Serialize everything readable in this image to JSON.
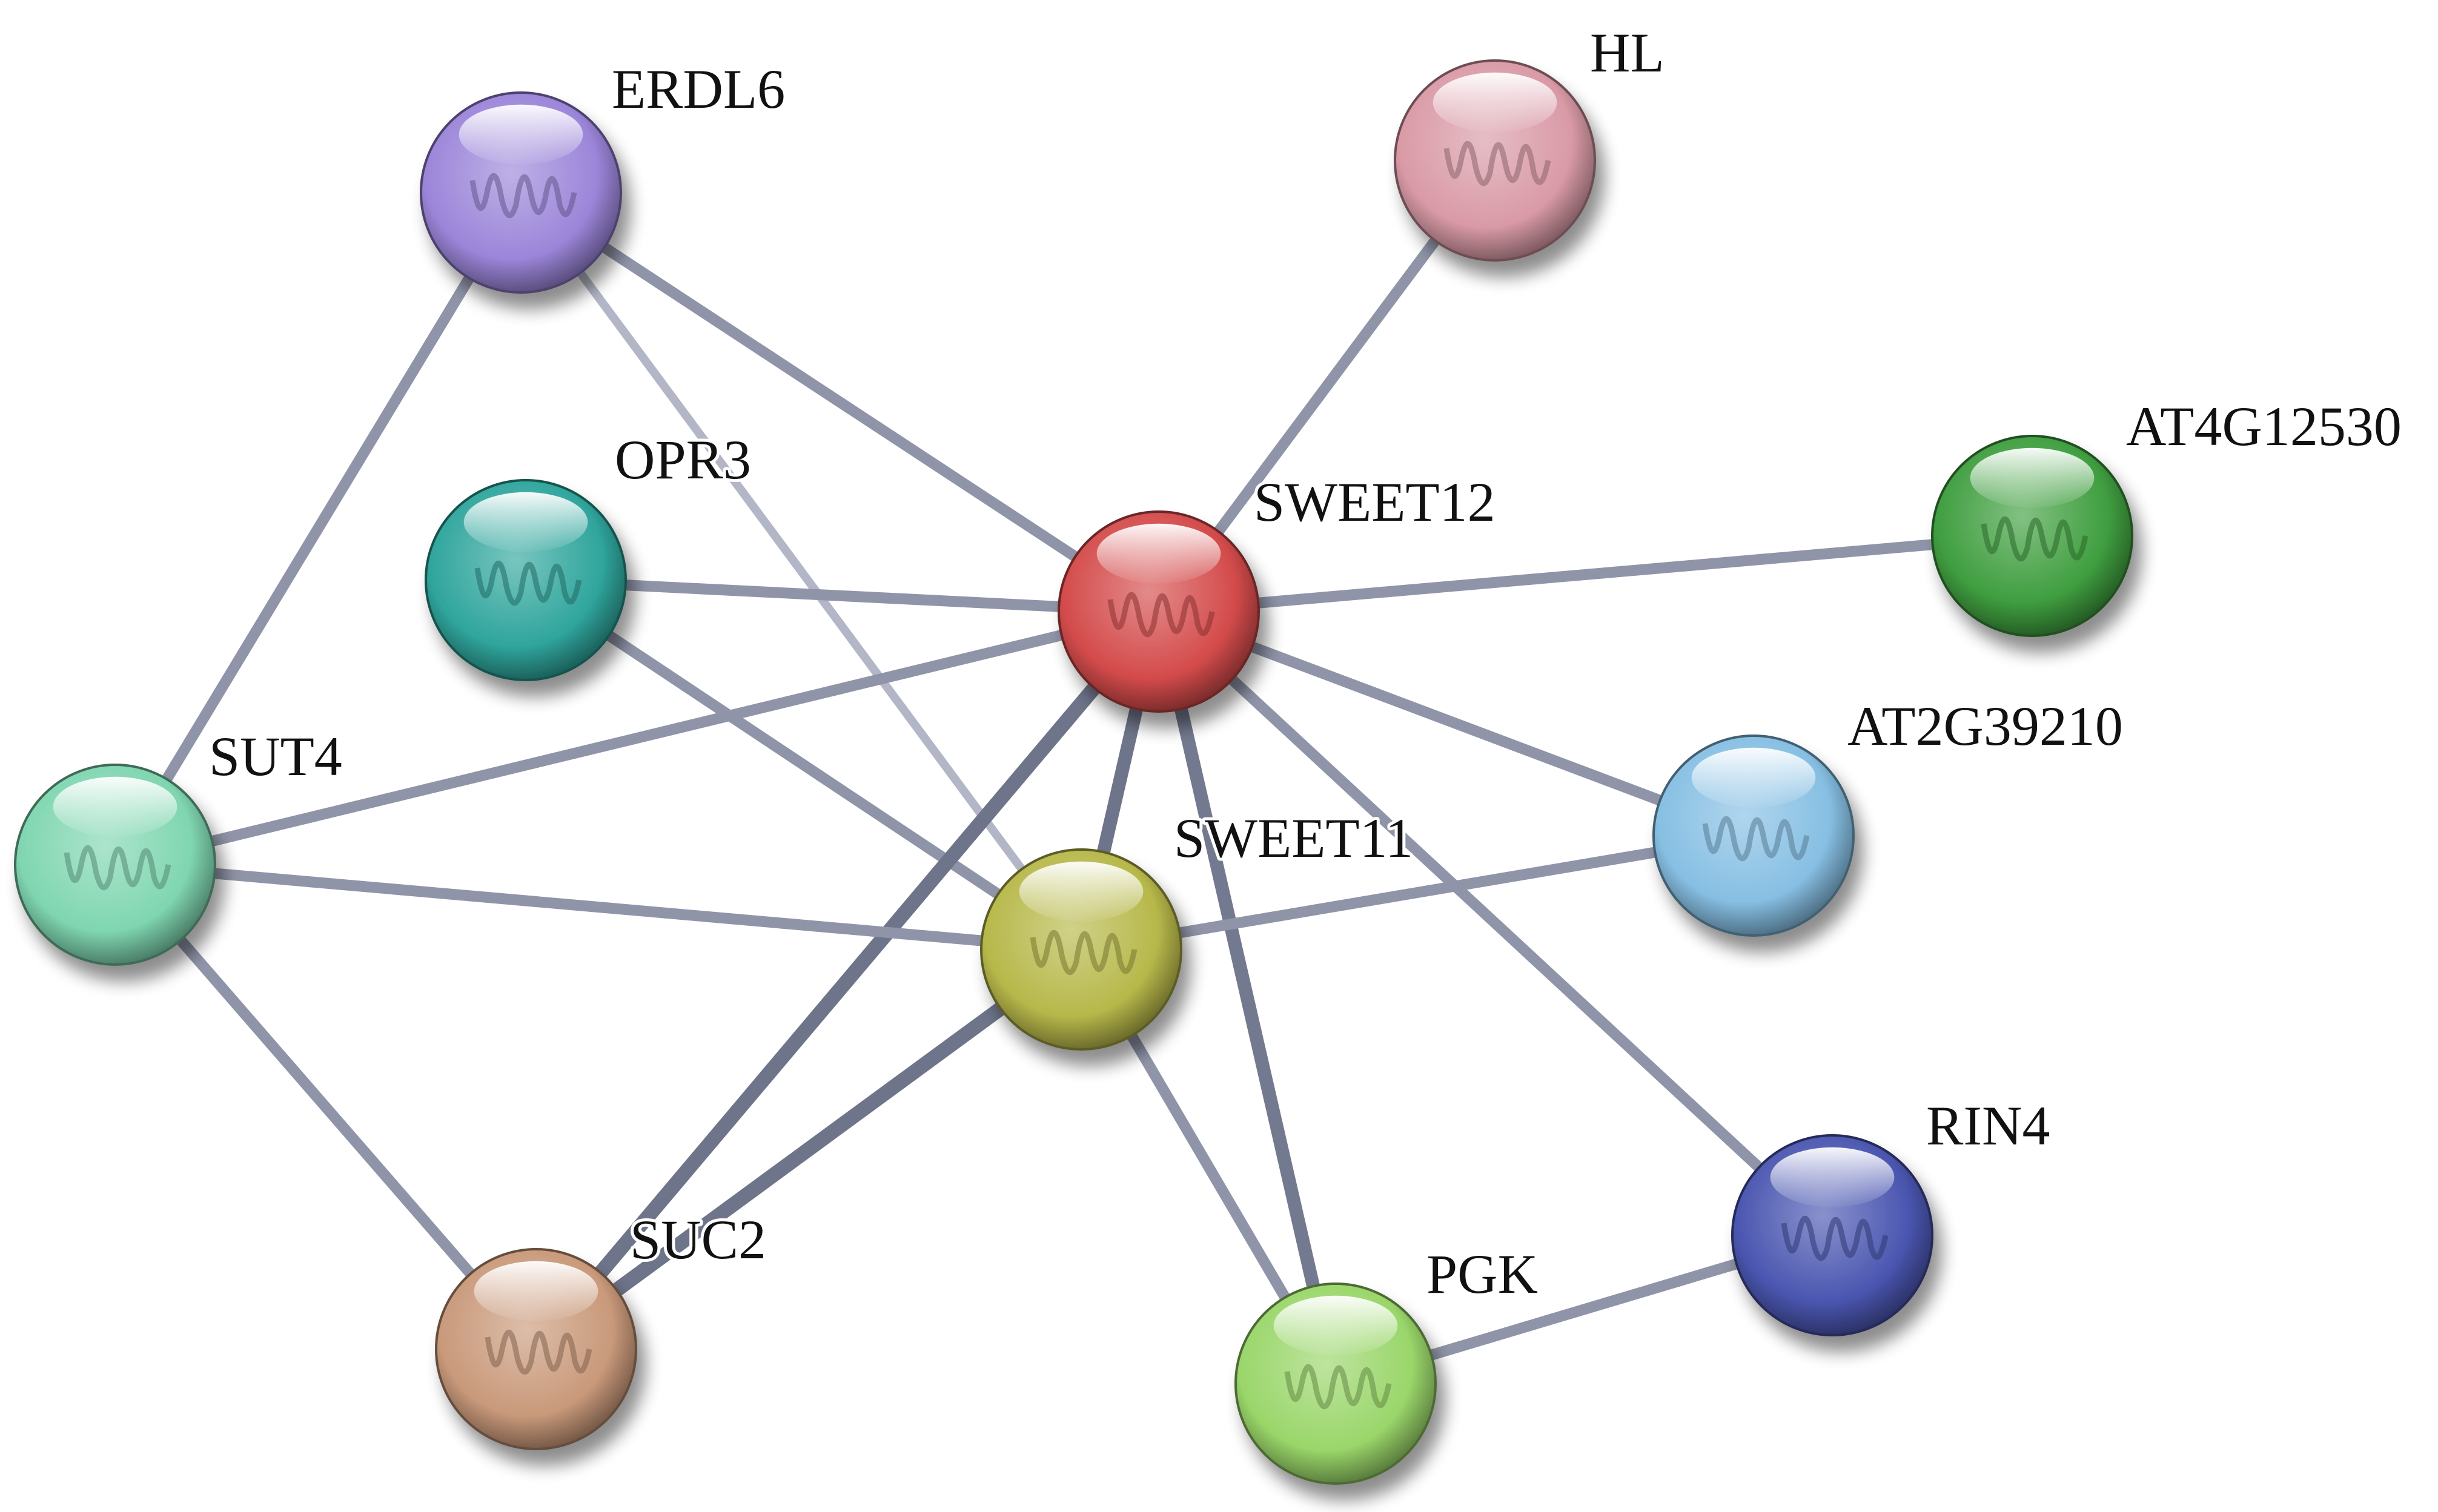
{
  "nodes": [
    {
      "id": "ERDL6",
      "label": "ERDL6",
      "color": "#9b85d9"
    },
    {
      "id": "HL",
      "label": "HL",
      "color": "#d99aa6"
    },
    {
      "id": "OPR3",
      "label": "OPR3",
      "color": "#2fa59c"
    },
    {
      "id": "SWEET12",
      "label": "SWEET12",
      "color": "#d44b4b"
    },
    {
      "id": "AT4G12530",
      "label": "AT4G12530",
      "color": "#3f9e3f"
    },
    {
      "id": "SUT4",
      "label": "SUT4",
      "color": "#7fd6b0"
    },
    {
      "id": "AT2G39210",
      "label": "AT2G39210",
      "color": "#86bfe3"
    },
    {
      "id": "SWEET11",
      "label": "SWEET11",
      "color": "#b7b84a"
    },
    {
      "id": "RIN4",
      "label": "RIN4",
      "color": "#4a56b0"
    },
    {
      "id": "SUC2",
      "label": "SUC2",
      "color": "#c9997a"
    },
    {
      "id": "PGK",
      "label": "PGK",
      "color": "#9ad66a"
    }
  ],
  "edges": [
    {
      "source": "ERDL6",
      "target": "SWEET12"
    },
    {
      "source": "ERDL6",
      "target": "SUT4"
    },
    {
      "source": "ERDL6",
      "target": "SWEET11"
    },
    {
      "source": "HL",
      "target": "SWEET12"
    },
    {
      "source": "OPR3",
      "target": "SWEET12"
    },
    {
      "source": "OPR3",
      "target": "SWEET11"
    },
    {
      "source": "SWEET12",
      "target": "AT4G12530"
    },
    {
      "source": "SWEET12",
      "target": "AT2G39210"
    },
    {
      "source": "SWEET12",
      "target": "SUT4"
    },
    {
      "source": "SWEET12",
      "target": "SWEET11"
    },
    {
      "source": "SWEET12",
      "target": "SUC2"
    },
    {
      "source": "SWEET12",
      "target": "PGK"
    },
    {
      "source": "SWEET12",
      "target": "RIN4"
    },
    {
      "source": "SUT4",
      "target": "SWEET11"
    },
    {
      "source": "SUT4",
      "target": "SUC2"
    },
    {
      "source": "SWEET11",
      "target": "AT2G39210"
    },
    {
      "source": "SWEET11",
      "target": "SUC2"
    },
    {
      "source": "SWEET11",
      "target": "PGK"
    },
    {
      "source": "PGK",
      "target": "RIN4"
    }
  ]
}
